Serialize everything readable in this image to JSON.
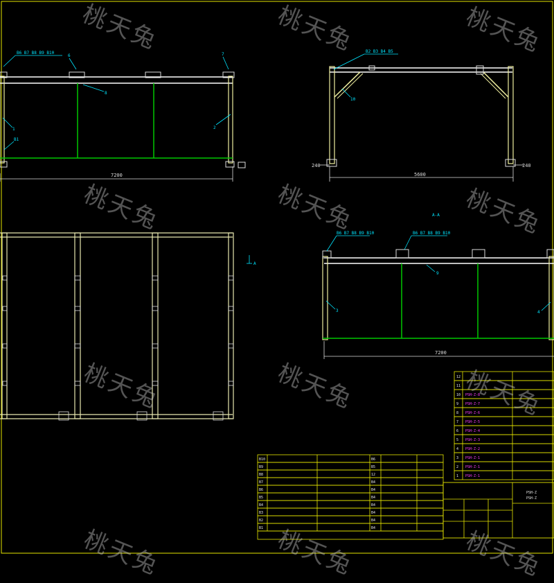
{
  "watermark": "桃天兔",
  "colors": {
    "background": "#000000",
    "frame": "#e8e8b0",
    "beam": "#ffffff",
    "post": "#f0f0a0",
    "green": "#00c800",
    "cyan": "#00e5ff",
    "table_line": "#e6e600",
    "magenta": "#ff40ff",
    "dim": "#dcdcdc"
  },
  "views": {
    "front": {
      "balloons_top": [
        "B6 B7 B8 B9 B10",
        "6",
        "7"
      ],
      "balloon_beam": "8",
      "balloon_left": "1",
      "balloon_right": "2",
      "balloon_base": "B1",
      "dimension": "7200"
    },
    "side": {
      "balloon_top": "B2 B3 B4 B5",
      "balloon_brace": "10",
      "dimension": "5600",
      "dim_left": "240",
      "dim_right": "240"
    },
    "section": {
      "title": "A-A",
      "balloon_left": "B6 B7 B8 B9 B10",
      "balloon_mid": "B6 B7 B8 B9 B10",
      "balloon_beam": "9",
      "balloon_post_left": "3",
      "balloon_post_right": "4",
      "dimension": "7200"
    },
    "plan": {
      "section_mark": "A"
    }
  },
  "parts_table_right": {
    "rows": [
      {
        "no": "12",
        "code": "",
        "name": ""
      },
      {
        "no": "11",
        "code": "",
        "name": ""
      },
      {
        "no": "10",
        "code": "PSH-Z-8",
        "name": ""
      },
      {
        "no": "9",
        "code": "PSH-Z-7",
        "name": ""
      },
      {
        "no": "8",
        "code": "PSH-Z-6",
        "name": ""
      },
      {
        "no": "7",
        "code": "PSH-Z-5",
        "name": ""
      },
      {
        "no": "6",
        "code": "PSH-Z-4",
        "name": ""
      },
      {
        "no": "5",
        "code": "PSH-Z-3",
        "name": ""
      },
      {
        "no": "4",
        "code": "PSH-Z-2",
        "name": ""
      },
      {
        "no": "3",
        "code": "PSH-Z-1",
        "name": ""
      },
      {
        "no": "2",
        "code": "PSH-Z-1",
        "name": ""
      },
      {
        "no": "1",
        "code": "PSH-Z-1",
        "name": ""
      }
    ]
  },
  "parts_table_left": {
    "rows": [
      {
        "no": "B10",
        "code": "",
        "qty": "B6"
      },
      {
        "no": "B9",
        "code": "",
        "qty": "B5"
      },
      {
        "no": "B8",
        "code": "",
        "qty": "12"
      },
      {
        "no": "B7",
        "code": "",
        "qty": "B4"
      },
      {
        "no": "B6",
        "code": "",
        "qty": "B4"
      },
      {
        "no": "B5",
        "code": "",
        "qty": "B4"
      },
      {
        "no": "B4",
        "code": "",
        "qty": "B4"
      },
      {
        "no": "B3",
        "code": "",
        "qty": "B4"
      },
      {
        "no": "B2",
        "code": "",
        "qty": "B4"
      },
      {
        "no": "B1",
        "code": "",
        "qty": "B4"
      }
    ]
  },
  "title_block": {
    "drawing_no_1": "PSH-Z",
    "drawing_no_2": "PSH-Z"
  }
}
